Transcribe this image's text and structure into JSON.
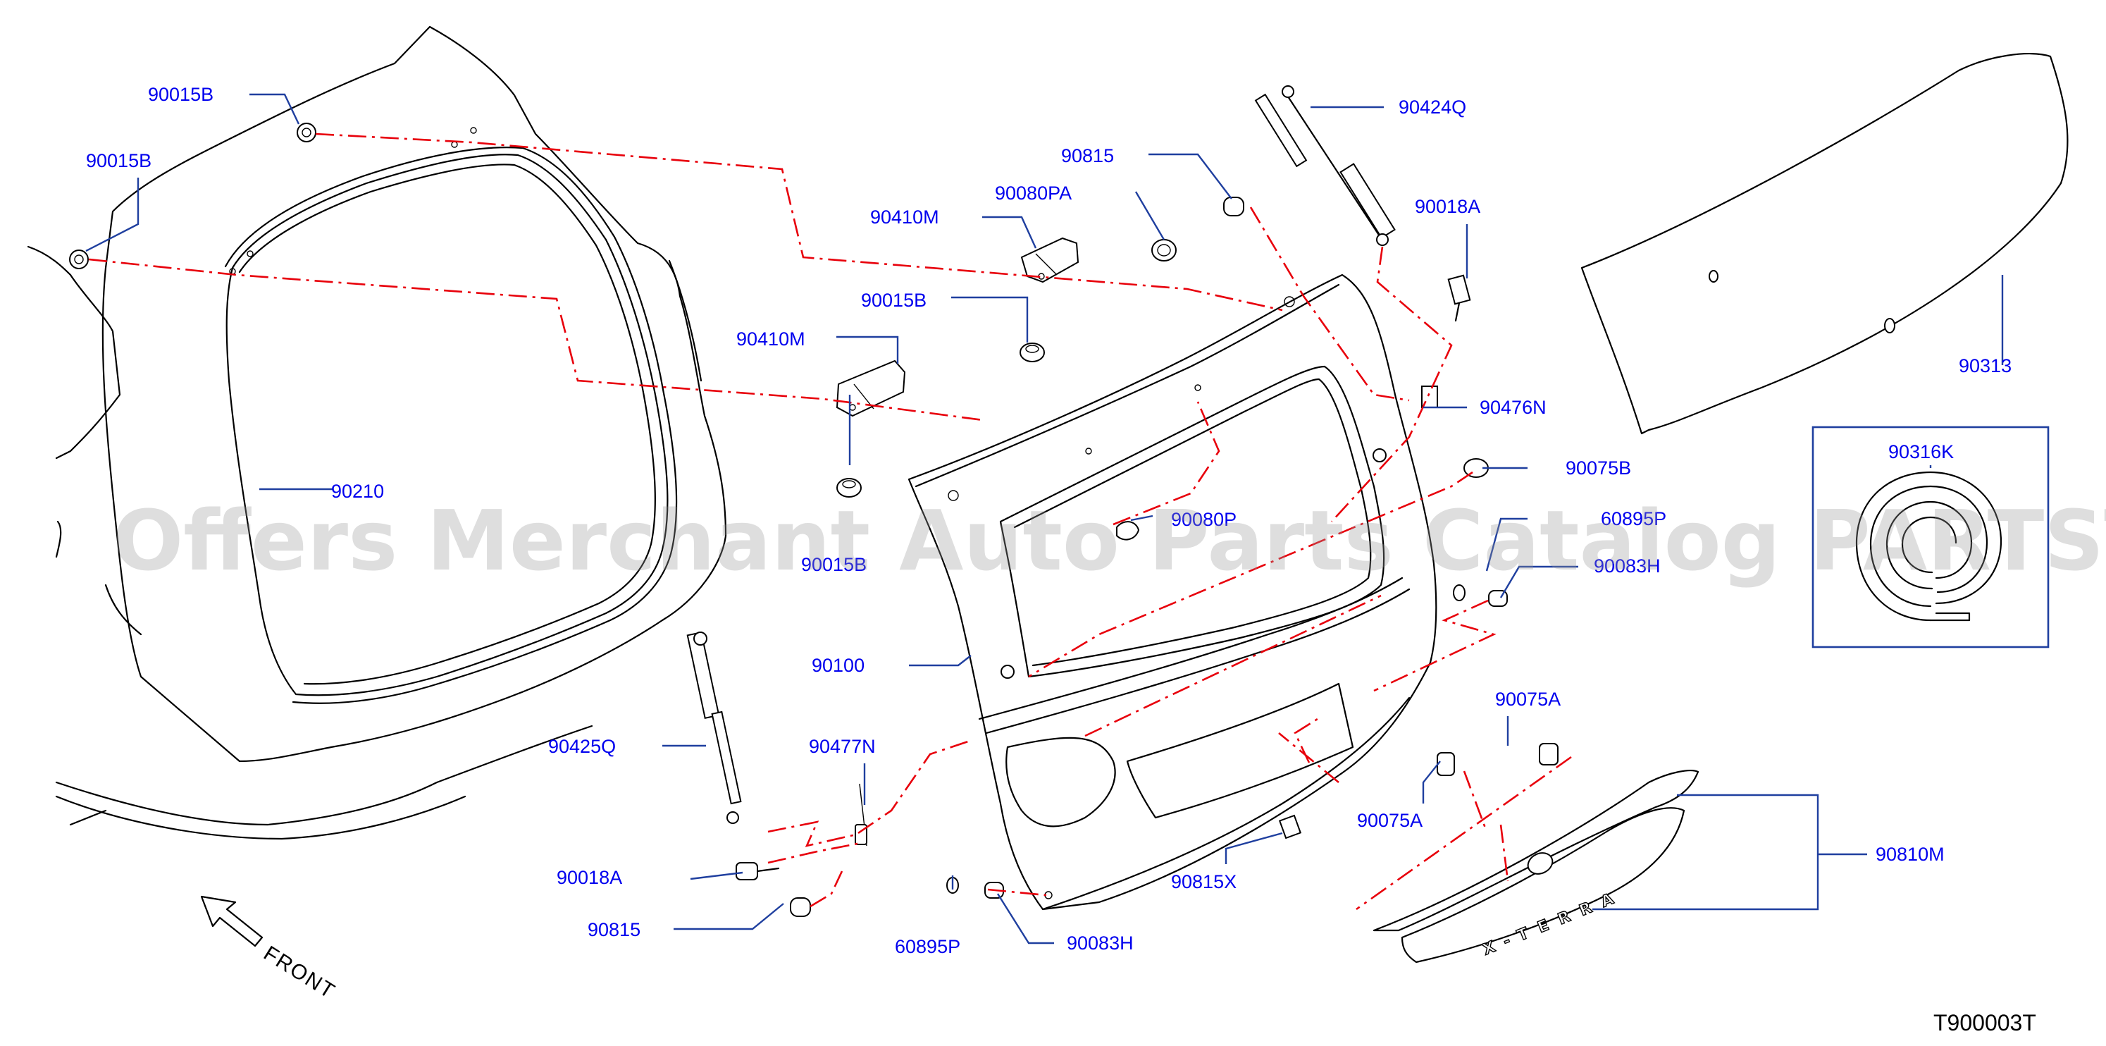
{
  "watermark": "Offers Merchant Auto Parts Catalog PARTSTORE.SA",
  "direction_label": "FRONT",
  "diagram_code": "T900003T",
  "labels": {
    "l90015B_a": "90015B",
    "l90015B_b": "90015B",
    "l90015B_c": "90015B",
    "l90015B_d": "90015B",
    "l90210": "90210",
    "l90424Q": "90424Q",
    "l90815_top": "90815",
    "l90080PA": "90080PA",
    "l90410M_a": "90410M",
    "l90410M_b": "90410M",
    "l90018A_top": "90018A",
    "l90476N": "90476N",
    "l90075B": "90075B",
    "l90080P": "90080P",
    "l90895P_partial": "60895P",
    "l90083H_top": "90083H",
    "l90100": "90100",
    "l90425Q": "90425Q",
    "l90477N": "90477N",
    "l90018A_bottom": "90018A",
    "l90815_bottom": "90815",
    "l60895P": "60895P",
    "l90083H_bottom": "90083H",
    "l90815X": "90815X",
    "l90075A_a": "90075A",
    "l90075A_b": "90075A",
    "l90810M": "90810M",
    "l90313": "90313",
    "l90316K": "90316K"
  }
}
